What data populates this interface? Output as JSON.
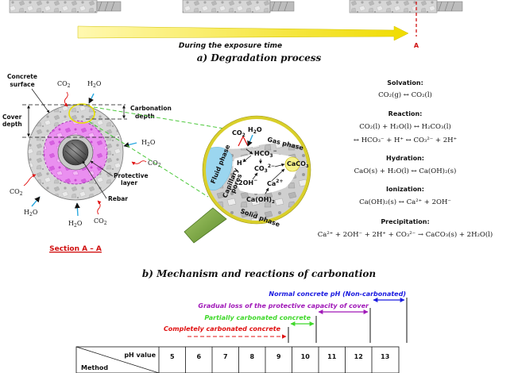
{
  "degradation": {
    "timeline_label": "During the exposure time",
    "section_marker": "A",
    "caption": "a) Degradation process"
  },
  "section": {
    "labels": {
      "concrete_surface_1": "Concrete",
      "concrete_surface_2": "surface",
      "cover_depth_1": "Cover",
      "cover_depth_2": "depth",
      "carbonation_depth_1": "Carbonation",
      "carbonation_depth_2": "depth",
      "protective_layer_1": "Protective",
      "protective_layer_2": "layer",
      "rebar": "Rebar",
      "section_title": "Section A – A"
    },
    "species": {
      "co2": "CO",
      "h2o_h": "H",
      "h2o_o": "O",
      "sub2": "2"
    }
  },
  "zoom": {
    "gas_phase": "Gas phase",
    "fluid_phase": "Fluid phase",
    "capillary_1": "Capillary",
    "capillary_2": "pores",
    "solid_phase": "Solid phase",
    "hco3": "HCO",
    "co3": "CO",
    "oh": "2OH",
    "ca": "Ca",
    "caoh": "Ca(OH)",
    "caco3": "CaCO",
    "hplus": "H"
  },
  "reactions": [
    {
      "title": "Solvation:",
      "equation": "CO₂(g) ↔ CO₂(l)"
    },
    {
      "title": "Reaction:",
      "equation": "CO₂(l) + H₂O(l) ↔ H₂CO₃(l)",
      "equation2": "↔ HCO₃⁻ + H⁺ ↔ CO₃²⁻ + 2H⁺"
    },
    {
      "title": "Hydration:",
      "equation": "CaO(s) + H₂O(l) ↔ Ca(OH)₂(s)"
    },
    {
      "title": "Ionization:",
      "equation": "Ca(OH)₂(s) ↔ Ca²⁺ + 2OH⁻"
    },
    {
      "title": "Precipitation:",
      "equation": "Ca²⁺ + 2OH⁻ + 2H⁺ + CO₃²⁻ → CaCO₃(s) + 2H₂O(l)"
    }
  ],
  "mechanism_caption": "b) Mechanism and reactions of carbonation",
  "ph_scale": {
    "normal": "Normal concrete pH (Non-carbonated)",
    "gradual": "Gradual loss of the protective capacity of cover",
    "partial": "Partially carbonated concrete",
    "complete": "Completely carbonated concrete",
    "header_ph": "pH value",
    "header_method": "Method",
    "values": [
      "5",
      "6",
      "7",
      "8",
      "9",
      "10",
      "11",
      "12",
      "13"
    ]
  },
  "colors": {
    "arrow_yellow": "#f2e200",
    "magenta": "#e23ee6",
    "section_red": "#d01010",
    "normal_blue": "#1a1ae0",
    "gradual_purple": "#a018b8",
    "partial_green": "#3fd82a",
    "complete_red": "#e01010",
    "zoom_ring": "#d9cf2a",
    "handle_green": "#79a83a",
    "fluid_blue": "#9bd6ef"
  }
}
